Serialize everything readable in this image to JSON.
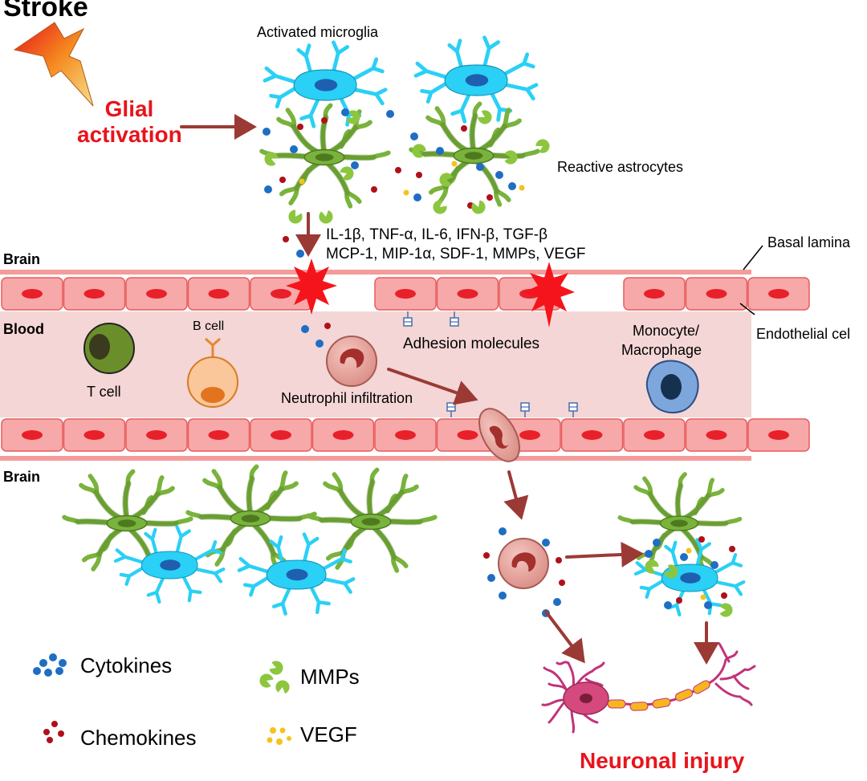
{
  "title": "Stroke",
  "trigger": "Glial activation",
  "labels": {
    "activated_microglia": "Activated microglia",
    "reactive_astrocytes": "Reactive astrocytes",
    "cytokine_list_1": "IL-1β, TNF-α, IL-6, IFN-β, TGF-β",
    "cytokine_list_2": "MCP-1, MIP-1α, SDF-1, MMPs, VEGF",
    "brain_top": "Brain",
    "blood": "Blood",
    "brain_bottom": "Brain",
    "basal_lamina": "Basal lamina",
    "endothelial_cell": "Endothelial cel",
    "b_cell": "B cell",
    "t_cell": "T cell",
    "adhesion_molecules": "Adhesion molecules",
    "monocyte_1": "Monocyte/",
    "monocyte_2": "Macrophage",
    "neutrophil_infiltration": "Neutrophil infiltration",
    "neuronal_injury": "Neuronal injury"
  },
  "legend": {
    "cytokines": "Cytokines",
    "chemokines": "Chemokines",
    "mmps": "MMPs",
    "vegf": "VEGF"
  },
  "colors": {
    "accent_red": "#e8141b",
    "arrow": "#9b3a35",
    "microglia": "#2ad0f5",
    "astrocyte": "#79b33c",
    "endothelium": "#f7a8a8",
    "lumen": "#f3d6d5",
    "cytokine": "#1f6ec4",
    "chemokine": "#b0101a",
    "vegf": "#f5c21e",
    "neuron": "#c2337a"
  }
}
